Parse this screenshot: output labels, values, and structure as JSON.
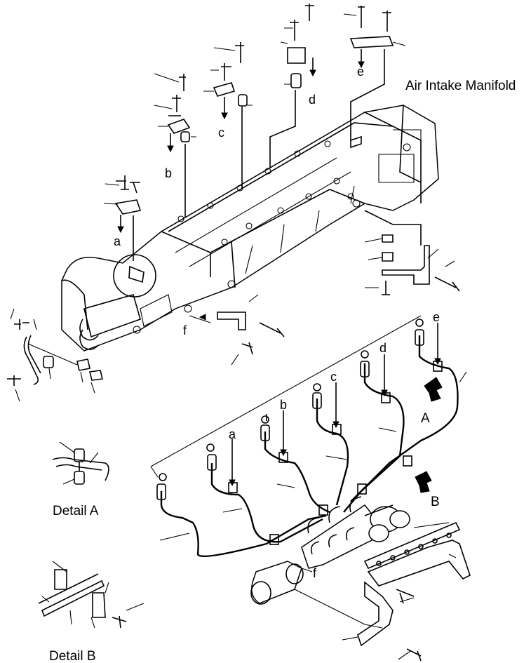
{
  "title": "Air Intake Manifold",
  "letters": {
    "a": "a",
    "b": "b",
    "c": "c",
    "d": "d",
    "e": "e",
    "f": "f"
  },
  "view_letters": {
    "A": "A",
    "B": "B"
  },
  "details": {
    "A": "Detail A",
    "B": "Detail B"
  }
}
